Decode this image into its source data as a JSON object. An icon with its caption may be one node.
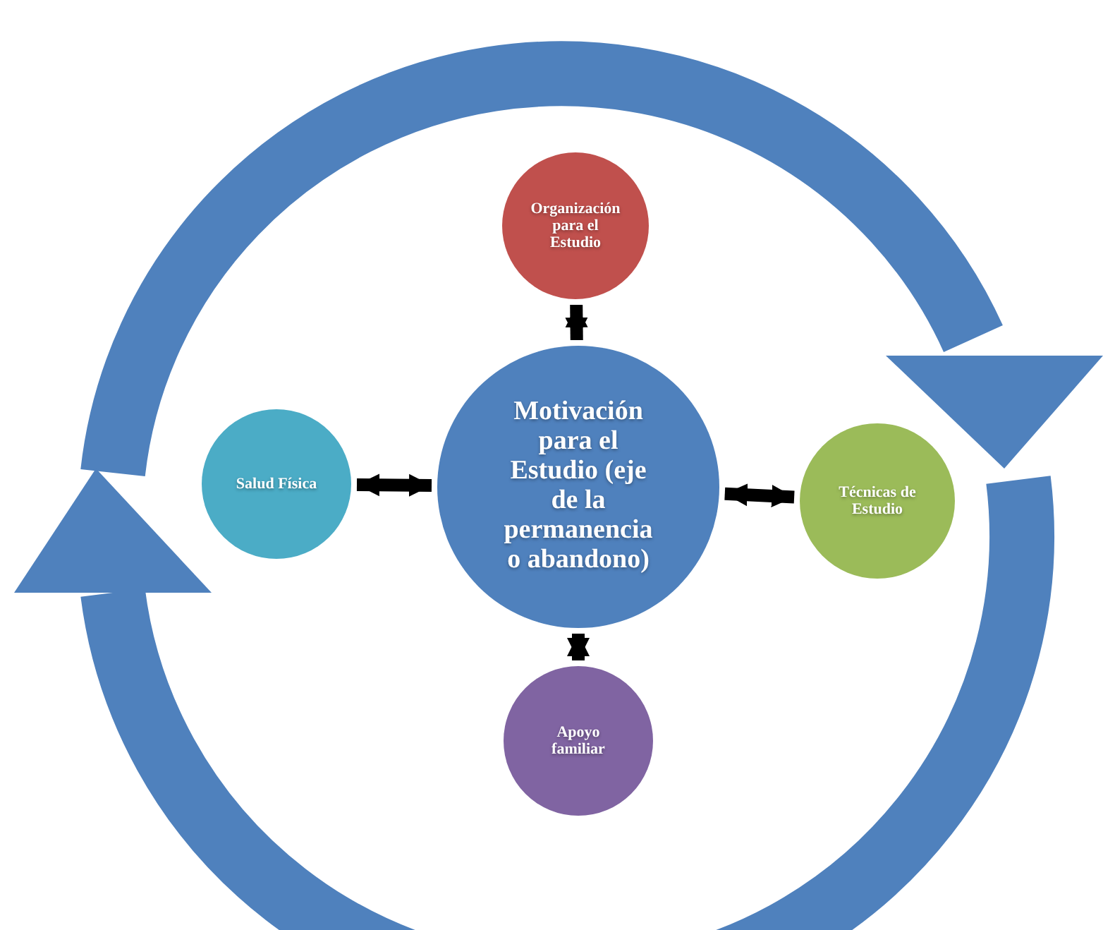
{
  "diagram": {
    "nodes": [
      {
        "text": [
          "Organización para el Estudio"
        ]
      },
      {
        "text": [
          "Salud Física"
        ]
      },
      {
        "text": [
          "Motivación para el Estudio (eje de la permanencia o abandono)"
        ]
      },
      {
        "text": [
          "Técnicas de Estudio"
        ]
      },
      {
        "text": [
          "Apoyo familiar"
        ]
      }
    ],
    "edges": [
      {
        "from": 0,
        "to": 2,
        "arrow": "both"
      },
      {
        "from": 1,
        "to": 2,
        "arrow": "both"
      },
      {
        "from": 2,
        "to": 3,
        "arrow": "both"
      },
      {
        "from": 2,
        "to": 4,
        "arrow": "both"
      }
    ]
  }
}
